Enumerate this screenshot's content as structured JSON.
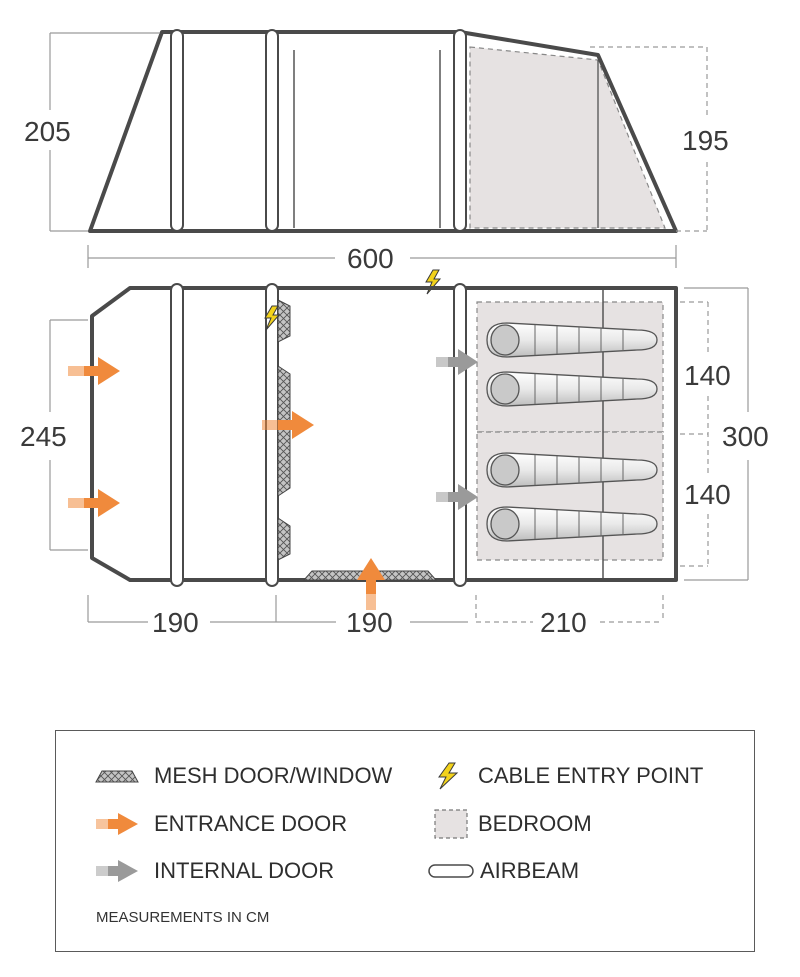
{
  "dimensions": {
    "side_height_left": "205",
    "side_height_right": "195",
    "total_length": "600",
    "plan_width_left": "245",
    "plan_width_right": "300",
    "bedroom_1_width": "140",
    "bedroom_2_width": "140",
    "section_1_length": "190",
    "section_2_length": "190",
    "section_3_length": "210"
  },
  "legend": {
    "mesh": "MESH DOOR/WINDOW",
    "cable": "CABLE ENTRY POINT",
    "entrance": "ENTRANCE DOOR",
    "bedroom": "BEDROOM",
    "internal": "INTERNAL DOOR",
    "airbeam": "AIRBEAM",
    "note": "MEASUREMENTS IN CM"
  },
  "colors": {
    "outline": "#4a4a4a",
    "bedroom_fill": "#e6e2e2",
    "entrance_arrow": "#f08a3c",
    "internal_arrow": "#9a9a9a",
    "cable_icon": "#f2d21b",
    "mesh_fill": "#bdbdbd"
  }
}
